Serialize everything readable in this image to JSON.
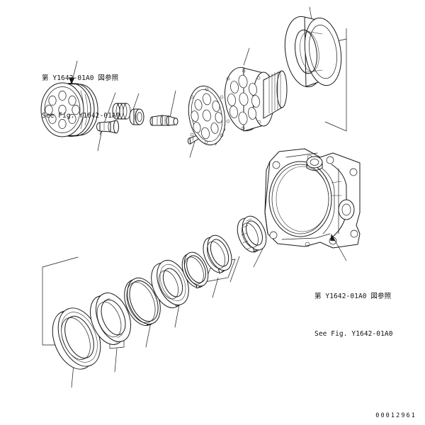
{
  "document": {
    "kind": "exploded-parts-diagram",
    "figure_id": "00012961",
    "background_color": "#ffffff",
    "line_color": "#1a1a1a",
    "assembly": "hydraulic axial piston motor / travel motor group"
  },
  "notes": [
    {
      "id": "note-top-left",
      "japanese": "第 Y1642-01A0 図参照",
      "english": "See Fig. Y1642-01A0",
      "points_to": "cylinder-block"
    },
    {
      "id": "note-housing",
      "japanese": "第 Y1642-01A0 図参照",
      "english": "See Fig. Y1642-01A0",
      "points_to": "motor-housing"
    }
  ],
  "parts": {
    "upper_row": [
      {
        "name": "cylinder-block",
        "desc": "cylinder block with nine piston bores"
      },
      {
        "name": "piston-assembly",
        "desc": "piston with shoe"
      },
      {
        "name": "coil-spring",
        "desc": "cylinder block coil spring"
      },
      {
        "name": "spring-seat-washer",
        "desc": "spring seat / washer"
      },
      {
        "name": "center-pin-shaft",
        "desc": "stepped center pin"
      },
      {
        "name": "retainer-plate",
        "desc": "retainer plate with bores"
      },
      {
        "name": "socket-bolt",
        "desc": "small socket bolt"
      },
      {
        "name": "drive-shaft-hub",
        "desc": "splined drive shaft with piston hub"
      },
      {
        "name": "main-bearing",
        "desc": "large main bearing / oil seal ring"
      }
    ],
    "lower_row": [
      {
        "name": "seal-ring-1",
        "desc": "large floating seal ring"
      },
      {
        "name": "seal-ring-2",
        "desc": "floating seal mating ring"
      },
      {
        "name": "shim-ring-3",
        "desc": "thin shim ring"
      },
      {
        "name": "bearing-race-4",
        "desc": "tapered bearing race"
      },
      {
        "name": "spacer-ring-5",
        "desc": "spacer ring"
      },
      {
        "name": "spacer-ring-6",
        "desc": "spacer ring"
      },
      {
        "name": "snap-ring-7",
        "desc": "segmented snap ring"
      }
    ],
    "housing": {
      "name": "motor-housing",
      "desc": "cast motor housing with mounting flange"
    }
  },
  "callouts": {
    "empty_boxes": 3,
    "leader_lines": 16
  }
}
